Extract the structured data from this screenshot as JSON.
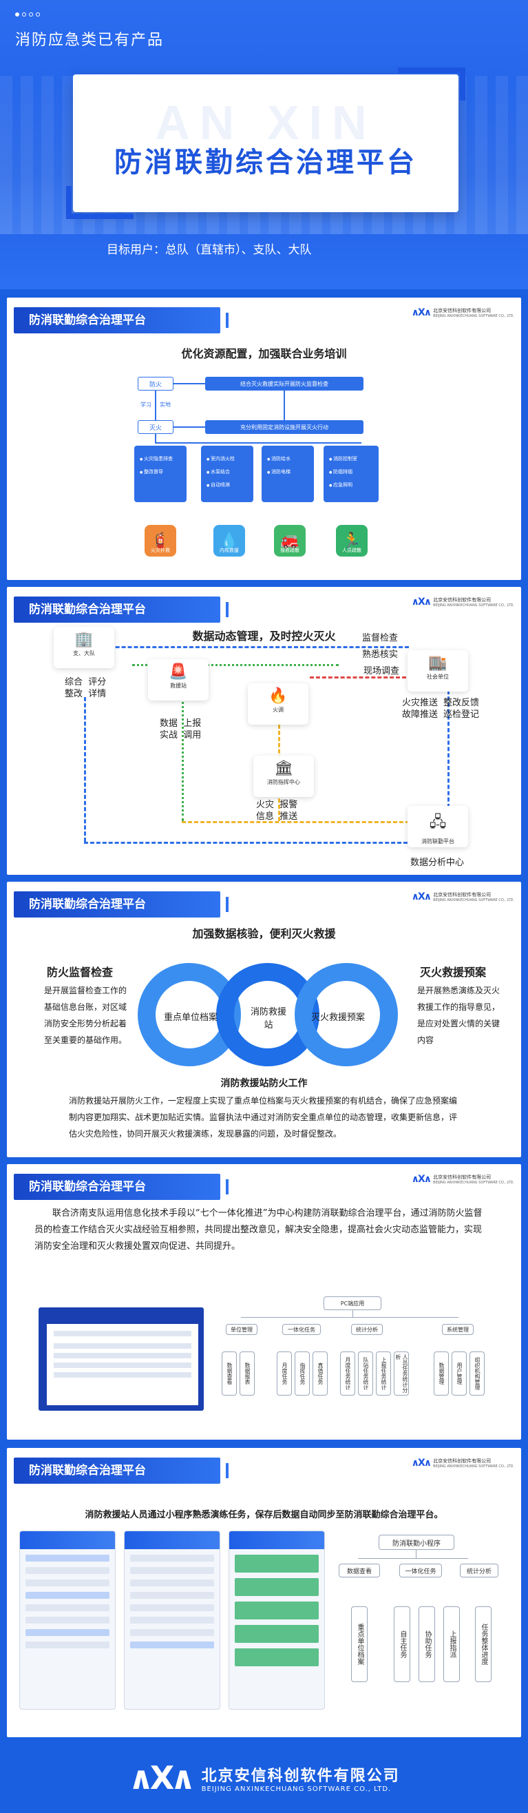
{
  "hero": {
    "top_title": "消防应急类已有产品",
    "watermark": "AN XIN",
    "title": "防消联勤综合治理平台",
    "users": "目标用户：总队（直辖市）、支队、大队"
  },
  "brand": {
    "name_cn": "北京安信科创软件有限公司",
    "name_en": "BEIJING ANXINKECHUANG SOFTWARE CO., LTD.",
    "logo": "logo-mark"
  },
  "sections": {
    "s1": {
      "tag": "防消联勤综合治理平台",
      "heading": "优化资源配置，加强联合业务培训",
      "box_top_left": "防火",
      "box_top_main": "结合灭火救援实际开展防火监督检查",
      "box_mid_left": "灭火",
      "box_mid_main": "充分利用固定消防设施开展灭火行动",
      "label_learn": "学习",
      "label_train": "实地",
      "cols": [
        [
          "火灾隐患排查",
          "整改督导"
        ],
        [
          "室内消火栓",
          "水泵结合",
          "自动喷淋"
        ],
        [
          "消防给水",
          "消防电梯"
        ],
        [
          "消防控制室",
          "防烟排烟",
          "应急照明"
        ]
      ],
      "icons": [
        {
          "name": "fire-hydrant-icon",
          "label": "火灾扑救",
          "glyph": "🧯",
          "color": "#f08a3a"
        },
        {
          "name": "water-icon",
          "label": "内攻救援",
          "glyph": "💧",
          "color": "#3fa7ec"
        },
        {
          "name": "car-icon",
          "label": "搜救疏散",
          "glyph": "🚒",
          "color": "#3fb86a"
        },
        {
          "name": "runner-icon",
          "label": "人员疏散",
          "glyph": "🏃",
          "color": "#33b26b"
        }
      ]
    },
    "s2": {
      "tag": "防消联勤综合治理平台",
      "heading": "数据动态管理，及时控火灭火",
      "nodes": {
        "brigade": "支、大队",
        "station": "救援站",
        "fire": "火调",
        "social": "社会单位",
        "command": "消防指挥中心",
        "platform": "消防联勤平台"
      },
      "labels": {
        "eval": "综合  评分\n整改  详情",
        "supervise": "监督检查",
        "verify": "熟悉核实",
        "investigate": "现场调查",
        "push": "火灾推送\n故障推送",
        "feedback": "整改反馈\n巡检登记",
        "report": "数据  上报\n实战  调用",
        "alarm": "火灾  报警\n信息  推送",
        "analysis": "数据分析中心"
      }
    },
    "s3": {
      "tag": "防消联勤综合治理平台",
      "heading": "加强数据核验，便利灭火救援",
      "left_title": "防火监督检查",
      "left_text": "是开展监督检查工作的基础信息台账，对区域消防安全形势分析起着至关重要的基础作用。",
      "right_title": "灭火救援预案",
      "right_text": "是开展熟悉演练及灭火救援工作的指导意见，是应对处置火情的关键内容",
      "ring_left": "重点单位档案",
      "ring_mid": "消防救援站",
      "ring_right": "灭火救援预案",
      "sub_heading": "消防救援站防火工作",
      "paragraph": "消防救援站开展防火工作，一定程度上实现了重点单位档案与灭火救援预案的有机结合，确保了应急预案编制内容更加翔实、战术更加贴近实情。监督执法中通过对消防安全重点单位的动态管理，收集更新信息，评估火灾危险性，协同开展灭火救援演练，发现暴露的问题，及时督促整改。"
    },
    "s4": {
      "tag": "防消联勤综合治理平台",
      "paragraph": "联合济南支队运用信息化技术手段以“七个一体化推进”为中心构建防消联勤综合治理平台，通过消防防火监督员的检查工作结合灭火实战经验互相参照，共同提出整改意见，解决安全隐患，提高社会火灾动态监管能力，实现消防安全治理和灭火救援处置双向促进、共同提升。",
      "tree_root": "PC端应用",
      "tree_groups": [
        "单位管理",
        "一体化任务",
        "统计分析",
        "系统管理"
      ],
      "tree_leaves": [
        [
          "数据查看",
          "数据报表"
        ],
        [
          "月度任务",
          "指挥任务",
          "真值任务"
        ],
        [
          "月度任务统计",
          "队站任务统计",
          "上报任务统计",
          "人员任务统计分析"
        ],
        [
          "数据管理",
          "用户管理",
          "组织机构管理"
        ]
      ]
    },
    "s5": {
      "tag": "防消联勤综合治理平台",
      "heading": "消防救援站人员通过小程序熟悉演练任务，保存后数据自动同步至防消联勤综合治理平台。",
      "tree_root": "防消联勤小程序",
      "tree_groups": [
        "数据查看",
        "一体化任务",
        "统计分析"
      ],
      "tree_leaves": [
        "重点单位档案",
        "自主任务",
        "协助任务",
        "上报指派",
        "任务整体进度"
      ]
    }
  }
}
